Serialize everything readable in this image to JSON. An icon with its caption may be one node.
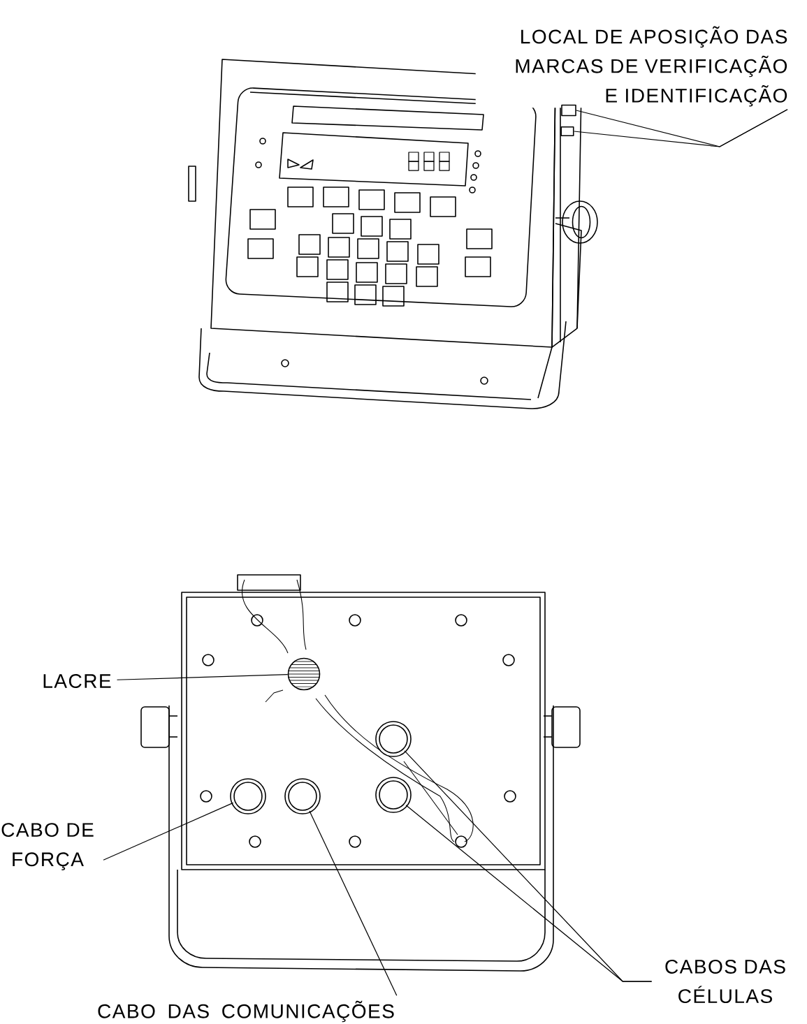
{
  "diagram": {
    "nodes": [
      {
        "text": [
          "LOCAL DE APOSIÇÃO DAS MARCAS DE VERIFICAÇÃO E IDENTIFICAÇÃO"
        ]
      },
      {
        "text": [],
        "shape": "box"
      },
      {
        "text": [],
        "shape": "box"
      },
      {
        "text": [
          "LACRE"
        ]
      },
      {
        "text": [],
        "shape": "circle"
      },
      {
        "text": [
          "CABO DE FORÇA"
        ]
      },
      {
        "text": [],
        "shape": "circle"
      },
      {
        "text": [],
        "shape": "circle"
      },
      {
        "text": [],
        "shape": "circle"
      },
      {
        "text": [],
        "shape": "circle"
      },
      {
        "text": [
          "CABO DAS COMUNICAÇÕES"
        ]
      },
      {
        "text": [
          "CABOS DAS CÉLULAS"
        ]
      }
    ],
    "edges": [
      {
        "from": 0,
        "to": 1,
        "arrow": "none"
      },
      {
        "from": 0,
        "to": 2,
        "arrow": "none"
      },
      {
        "from": 3,
        "to": 4,
        "arrow": "none"
      },
      {
        "from": 5,
        "to": 6,
        "arrow": "none"
      },
      {
        "from": 10,
        "to": 7,
        "arrow": "none"
      },
      {
        "from": 11,
        "to": 9,
        "arrow": "none"
      },
      {
        "from": 11,
        "to": 8,
        "arrow": "none"
      }
    ]
  }
}
